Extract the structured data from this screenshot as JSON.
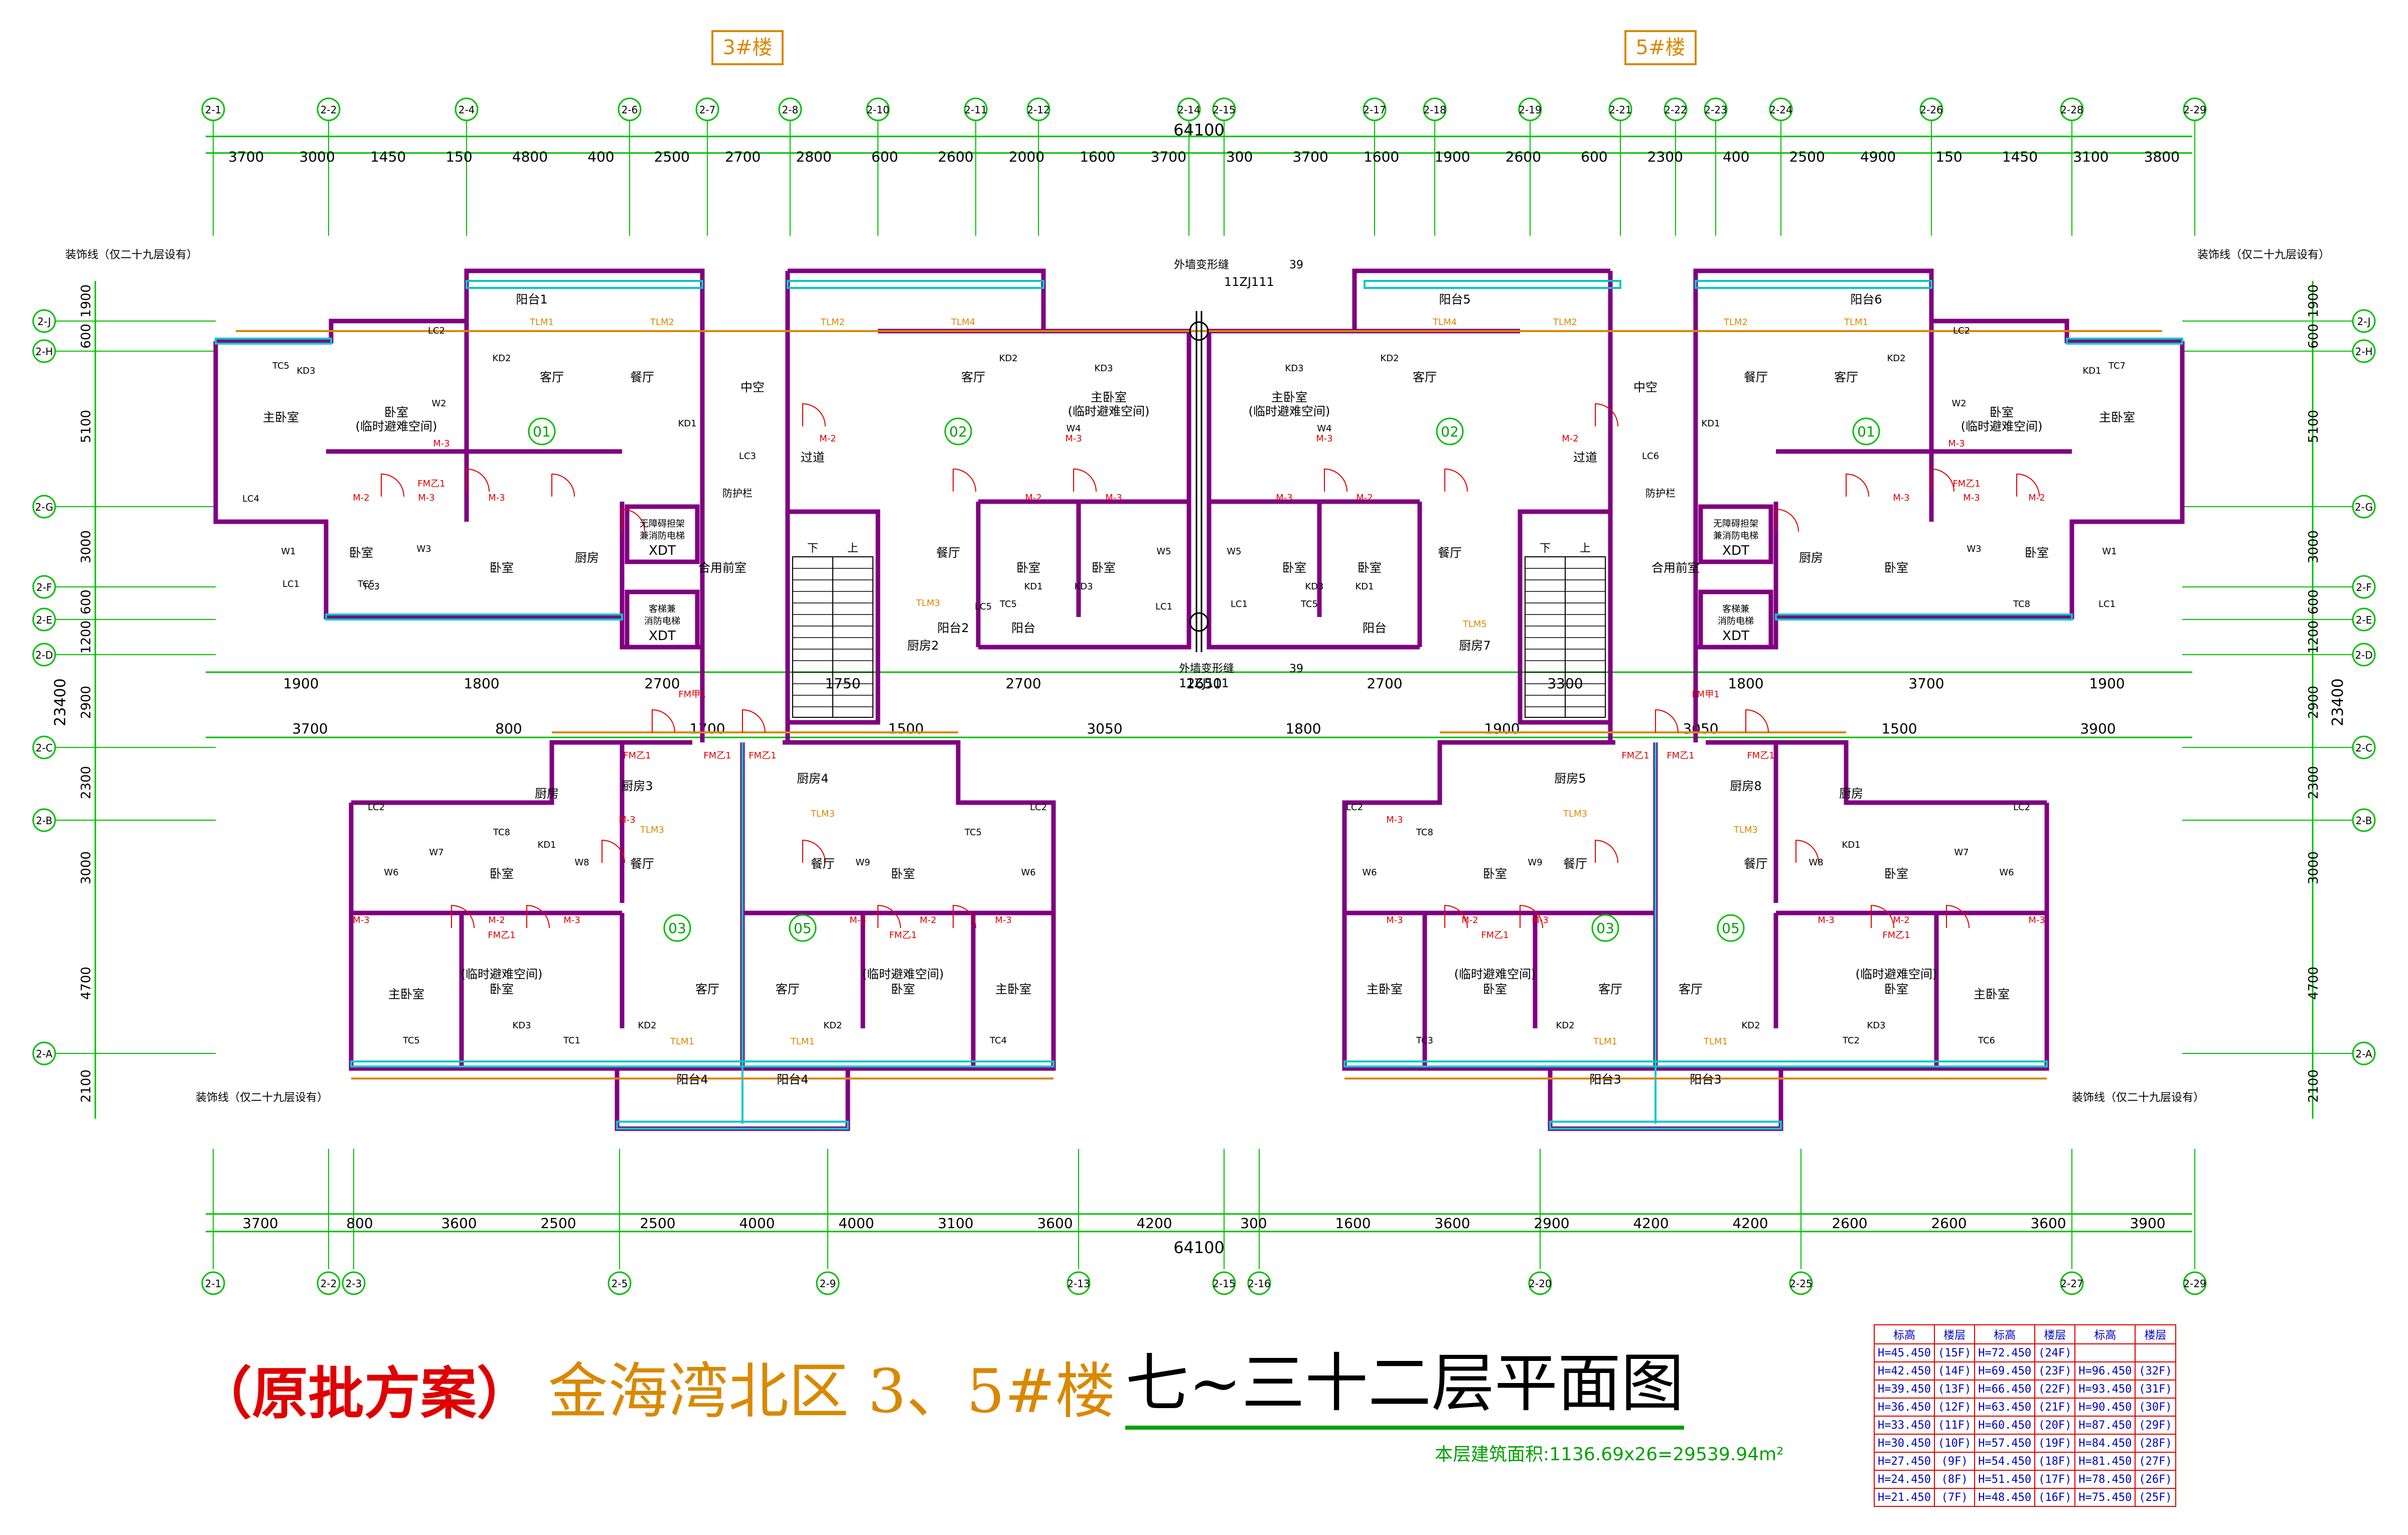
{
  "buildings": [
    "3#楼",
    "5#楼"
  ],
  "axes_top": [
    "2-1",
    "2-2",
    "2-4",
    "2-6",
    "2-7",
    "2-8",
    "2-10",
    "2-11",
    "2-12",
    "2-14",
    "2-15",
    "2-17",
    "2-18",
    "2-19",
    "2-21",
    "2-22",
    "2-23",
    "2-24",
    "2-26",
    "2-28",
    "2-29"
  ],
  "axes_bottom": [
    "2-1",
    "2-2",
    "2-3",
    "2-5",
    "2-9",
    "2-13",
    "2-15",
    "2-16",
    "2-20",
    "2-25",
    "2-27",
    "2-29"
  ],
  "axes_left": [
    "2-J",
    "2-H",
    "2-G",
    "2-F",
    "2-E",
    "2-D",
    "2-C",
    "2-B",
    "2-A"
  ],
  "total_width": "64100",
  "total_depth": "23400",
  "dims_top": [
    "3700",
    "3000",
    "1450",
    "150",
    "4800",
    "400",
    "2500",
    "2700",
    "2800",
    "600",
    "2600",
    "2000",
    "1600",
    "3700",
    "300",
    "3700",
    "1600",
    "1900",
    "2600",
    "600",
    "2300",
    "400",
    "2500",
    "4900",
    "150",
    "1450",
    "3100",
    "3800"
  ],
  "dims_bottom": [
    "3700",
    "800",
    "3600",
    "2500",
    "2500",
    "4000",
    "4000",
    "3100",
    "3600",
    "4200",
    "300",
    "1600",
    "3600",
    "2900",
    "4200",
    "4200",
    "2600",
    "2600",
    "3600",
    "3900"
  ],
  "dims_mid_upper": [
    "1900",
    "1800",
    "2700",
    "1750",
    "2700",
    "2650",
    "2700",
    "3300",
    "1800",
    "3700",
    "1900"
  ],
  "dims_mid_lower": [
    "3700",
    "800",
    "1700",
    "1500",
    "3050",
    "1800",
    "1900",
    "3050",
    "1500",
    "3900"
  ],
  "dims_vertical": [
    "1900",
    "600",
    "5100",
    "3000",
    "600",
    "1200",
    "2900",
    "2300",
    "3000",
    "4700",
    "2100"
  ],
  "units": [
    "01",
    "02",
    "03",
    "05"
  ],
  "rooms": {
    "living": "客厅",
    "dining": "餐厅",
    "master": "主卧室",
    "bedroom": "卧室",
    "kitchen": "厨房",
    "balcony": "阳台",
    "public_front": "合用前室",
    "refuge": "(临时避难空间)",
    "corridor": "过道",
    "light_well": "中空",
    "fire_lift": "无障碍担架兼消防电梯",
    "lift": "客梯兼消防电梯",
    "xdt": "XDT",
    "balconies": [
      "阳台1",
      "阳台2",
      "阳台3",
      "阳台4",
      "阳台5",
      "阳台6"
    ],
    "kitchens": [
      "厨房2",
      "厨房3",
      "厨房4",
      "厨房5",
      "厨房7",
      "厨房8"
    ],
    "stair_up": "上",
    "stair_down": "下",
    "guard": "防护栏"
  },
  "codes": {
    "windows": [
      "TC5",
      "TC5",
      "TC3",
      "TC8",
      "TC5",
      "TC7",
      "TC1",
      "TC2",
      "TC6",
      "TC4"
    ],
    "doors": [
      "KD1",
      "KD2",
      "KD3"
    ],
    "lc": [
      "LC1",
      "LC2",
      "LC3",
      "LC4",
      "LC5",
      "LC6"
    ],
    "tlm": [
      "TLM1",
      "TLM2",
      "TLM3",
      "TLM4",
      "TLM5"
    ],
    "m": [
      "M-2",
      "M-3",
      "M-4"
    ],
    "fm": [
      "FM乙1",
      "FM甲1"
    ],
    "wet": [
      "W1",
      "W2",
      "W3",
      "W4",
      "W5",
      "W6",
      "W7",
      "W8",
      "W9"
    ]
  },
  "notes": {
    "deco_line": "装饰线（仅二十九层设有）",
    "wall_change": "外墙变形缝",
    "detail_ref": "11ZJ111",
    "detail_no": "39"
  },
  "title": {
    "prefix": "（原批方案）",
    "project": "金海湾北区  3、5#楼",
    "name": "七~三十二层平面图"
  },
  "area_note": "本层建筑面积:1136.69x26=29539.94m²",
  "level_table": {
    "headers": [
      "标高",
      "楼层",
      "标高",
      "楼层",
      "标高",
      "楼层"
    ],
    "rows": [
      [
        "H=45.450",
        "(15F)",
        "H=72.450",
        "(24F)",
        "",
        ""
      ],
      [
        "H=42.450",
        "(14F)",
        "H=69.450",
        "(23F)",
        "H=96.450",
        "(32F)"
      ],
      [
        "H=39.450",
        "(13F)",
        "H=66.450",
        "(22F)",
        "H=93.450",
        "(31F)"
      ],
      [
        "H=36.450",
        "(12F)",
        "H=63.450",
        "(21F)",
        "H=90.450",
        "(30F)"
      ],
      [
        "H=33.450",
        "(11F)",
        "H=60.450",
        "(20F)",
        "H=87.450",
        "(29F)"
      ],
      [
        "H=30.450",
        "(10F)",
        "H=57.450",
        "(19F)",
        "H=84.450",
        "(28F)"
      ],
      [
        "H=27.450",
        "(9F)",
        "H=54.450",
        "(18F)",
        "H=81.450",
        "(27F)"
      ],
      [
        "H=24.450",
        "(8F)",
        "H=51.450",
        "(17F)",
        "H=78.450",
        "(26F)"
      ],
      [
        "H=21.450",
        "(7F)",
        "H=48.450",
        "(16F)",
        "H=75.450",
        "(25F)"
      ]
    ]
  },
  "colors": {
    "axis": "#00c000",
    "wall": "#800080",
    "window": "#00c8c8",
    "door": "#e00000",
    "orange": "#d98800",
    "text": "#000000"
  }
}
